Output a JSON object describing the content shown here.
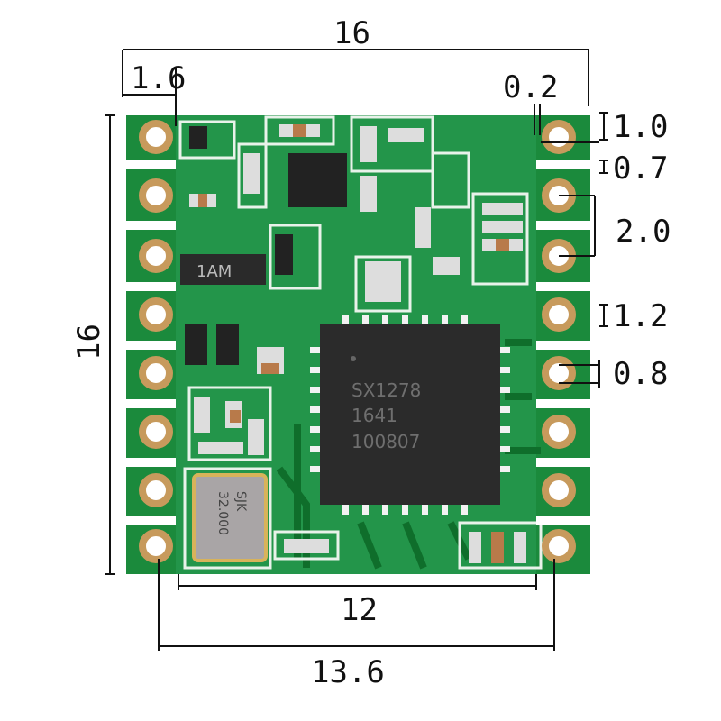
{
  "title": "SX1278 LoRa module dimensions",
  "dimensions": {
    "width_top": "16",
    "edge_offset": "1.6",
    "pad_gap": "0.2",
    "pad_height": "1.0",
    "pad_spacing_gap": "0.7",
    "pitch": "2.0",
    "pad_length": "1.2",
    "pad_width": "0.8",
    "height_left": "16",
    "inner_width": "12",
    "pad_center_width": "13.6"
  },
  "chip": {
    "line1": "SX1278",
    "line2": "1641",
    "line3": "100807"
  },
  "crystal": {
    "line1": "SJK",
    "line2": "32.000"
  },
  "component_label": "1AM",
  "colors": {
    "pcb": "#1b8a3c",
    "pad": "#c79a5c",
    "chip": "#2b2b2b"
  }
}
